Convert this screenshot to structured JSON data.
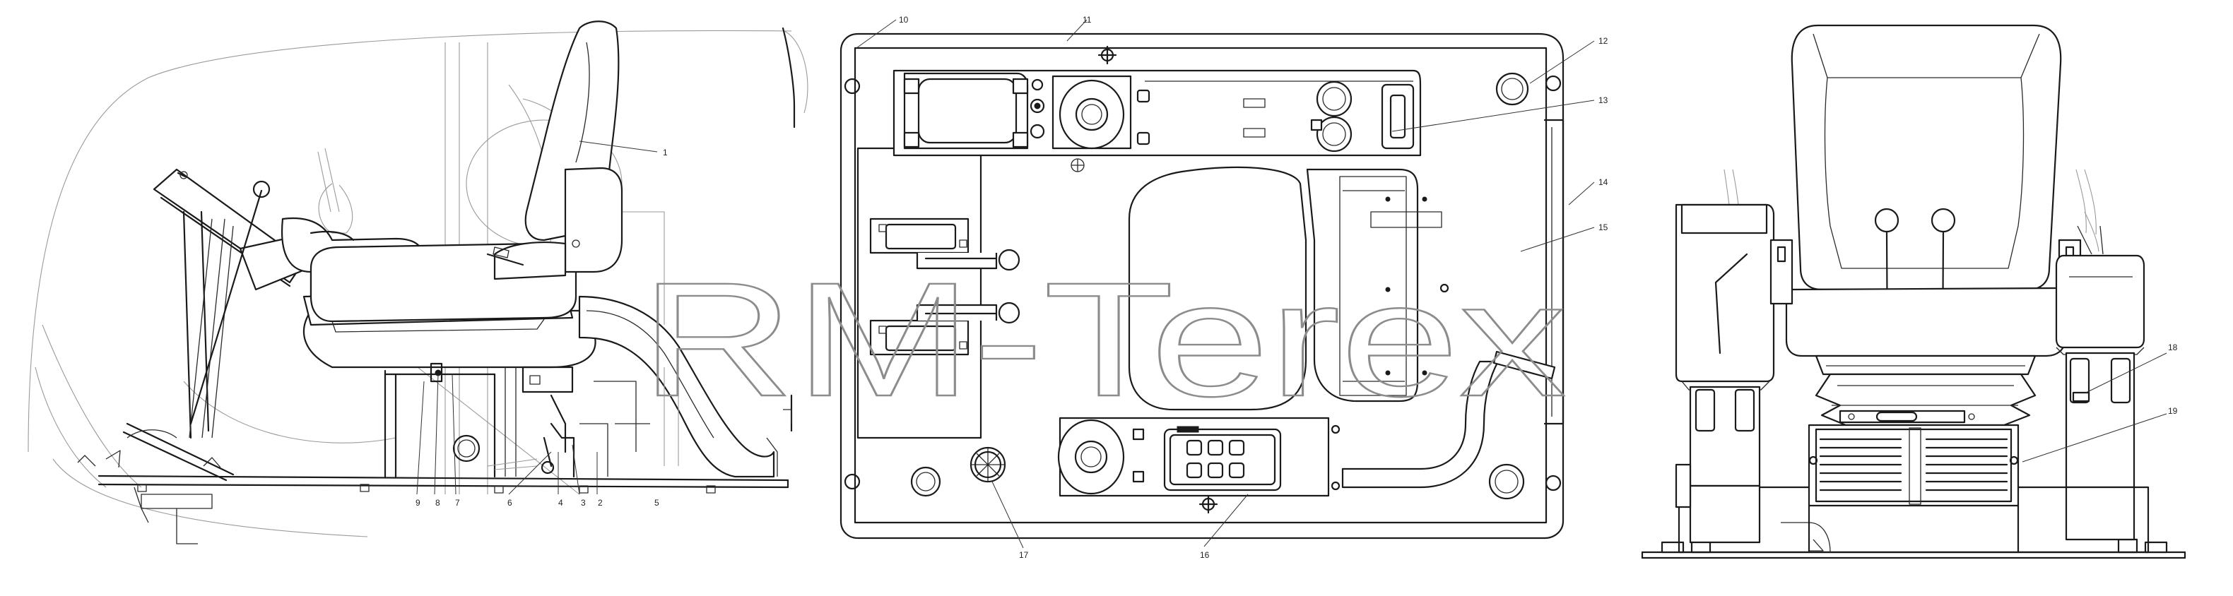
{
  "watermark": "RM-Terex",
  "callouts": [
    "1",
    "2",
    "3",
    "4",
    "5",
    "6",
    "7",
    "8",
    "9",
    "10",
    "11",
    "12",
    "13",
    "14",
    "15",
    "16",
    "17",
    "18",
    "19"
  ],
  "views": {
    "side": {
      "name": "side-view"
    },
    "top": {
      "name": "top-view"
    },
    "front": {
      "name": "front-view"
    }
  }
}
